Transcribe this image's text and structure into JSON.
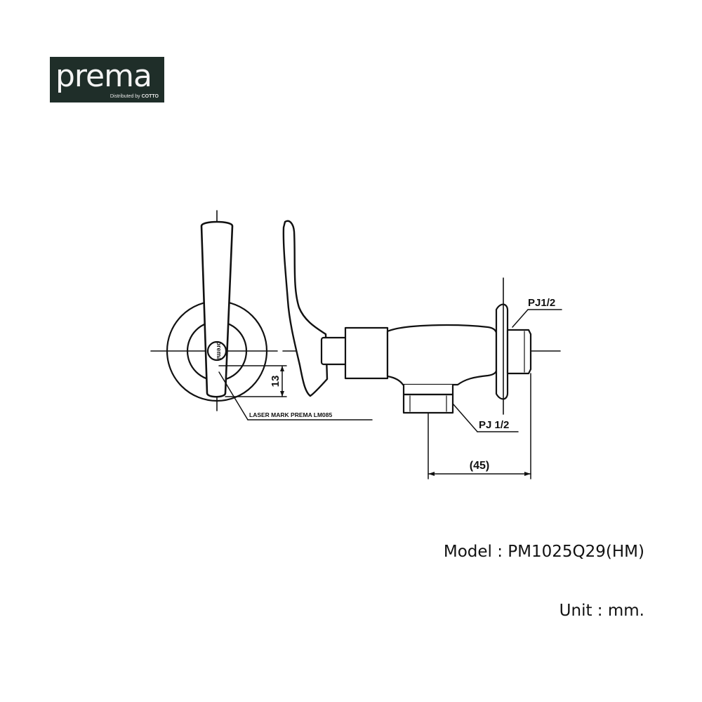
{
  "logo": {
    "brand": "prema",
    "tagline": "Distributed by",
    "parent_brand": "COTTO"
  },
  "drawing": {
    "laser_mark": "LASER MARK PREMA LM085",
    "dim_13": "13",
    "thread_top": "PJ1/2",
    "thread_bottom": "PJ 1/2",
    "dim_45": "(45)",
    "handle_mark": "prema"
  },
  "caption": {
    "model_label": "Model",
    "model_value": "PM1025Q29(HM)",
    "unit_label": "Unit",
    "unit_value": "mm."
  },
  "colors": {
    "logo_bg": "#1f2e29",
    "line": "#111111"
  }
}
